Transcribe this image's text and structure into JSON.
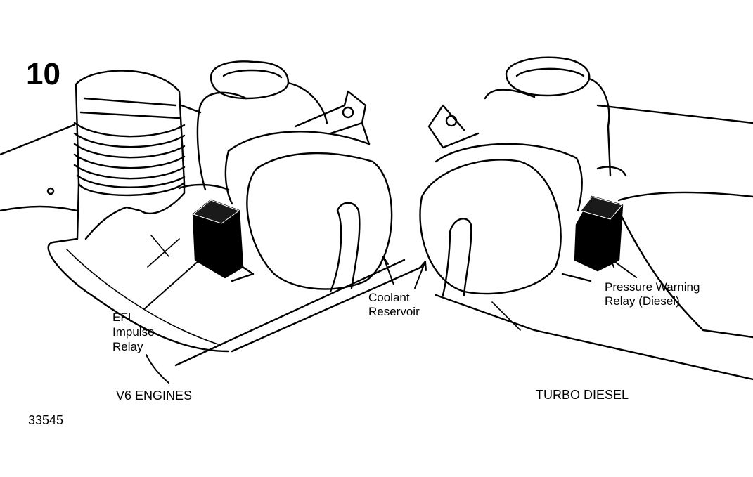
{
  "figure_number": "10",
  "labels": {
    "efi_line1": "EFI",
    "efi_line2": "Impulse",
    "efi_line3": "Relay",
    "coolant_line1": "Coolant",
    "coolant_line2": "Reservoir",
    "pressure_line1": "Pressure Warning",
    "pressure_line2": "Relay (Diesel)"
  },
  "captions": {
    "left": "V6 ENGINES",
    "right": "TURBO DIESEL"
  },
  "drawing_id": "33545",
  "colors": {
    "ink": "#000000",
    "paper": "#ffffff"
  }
}
